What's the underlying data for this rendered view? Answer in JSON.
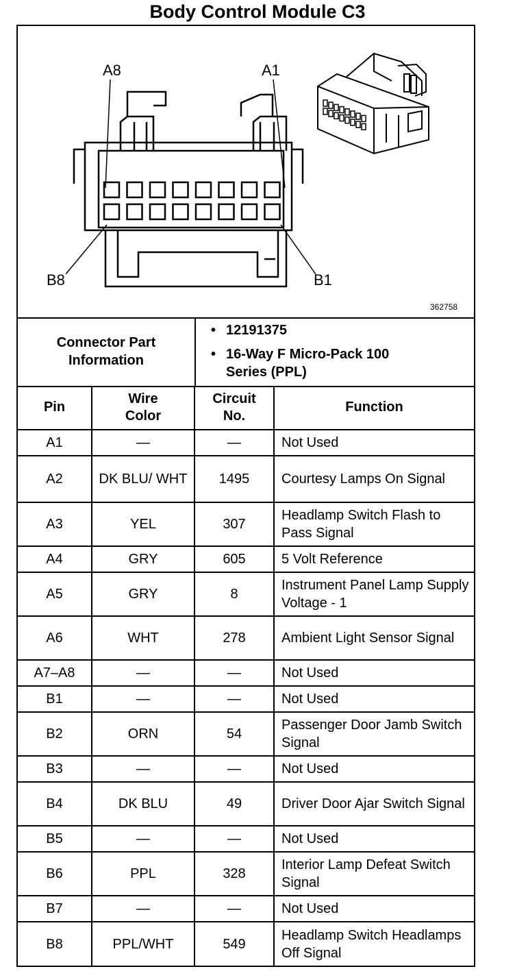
{
  "title": "Body Control Module C3",
  "figure": {
    "pin_labels": {
      "top_left": "A8",
      "top_right": "A1",
      "bottom_left": "B8",
      "bottom_right": "B1"
    },
    "reference_number": "362758",
    "pin_count_per_row": 8
  },
  "connector_info": {
    "label": "Connector Part Information",
    "items": [
      "12191375",
      "16-Way F Micro-Pack 100 Series (PPL)"
    ]
  },
  "table": {
    "headers": [
      "Pin",
      "Wire Color",
      "Circuit No.",
      "Function"
    ],
    "rows": [
      {
        "pin": "A1",
        "wire_color": "—",
        "circuit": "—",
        "function": "Not Used"
      },
      {
        "pin": "A2",
        "wire_color": "DK BLU/ WHT",
        "circuit": "1495",
        "function": "Courtesy Lamps On Signal"
      },
      {
        "pin": "A3",
        "wire_color": "YEL",
        "circuit": "307",
        "function": "Headlamp Switch Flash to Pass Signal"
      },
      {
        "pin": "A4",
        "wire_color": "GRY",
        "circuit": "605",
        "function": "5 Volt Reference"
      },
      {
        "pin": "A5",
        "wire_color": "GRY",
        "circuit": "8",
        "function": "Instrument Panel Lamp Supply Voltage - 1"
      },
      {
        "pin": "A6",
        "wire_color": "WHT",
        "circuit": "278",
        "function": "Ambient Light Sensor Signal"
      },
      {
        "pin": "A7–A8",
        "wire_color": "—",
        "circuit": "—",
        "function": "Not Used"
      },
      {
        "pin": "B1",
        "wire_color": "—",
        "circuit": "—",
        "function": "Not Used"
      },
      {
        "pin": "B2",
        "wire_color": "ORN",
        "circuit": "54",
        "function": "Passenger Door Jamb Switch Signal"
      },
      {
        "pin": "B3",
        "wire_color": "—",
        "circuit": "—",
        "function": "Not Used"
      },
      {
        "pin": "B4",
        "wire_color": "DK BLU",
        "circuit": "49",
        "function": "Driver Door Ajar Switch Signal"
      },
      {
        "pin": "B5",
        "wire_color": "—",
        "circuit": "—",
        "function": "Not Used"
      },
      {
        "pin": "B6",
        "wire_color": "PPL",
        "circuit": "328",
        "function": "Interior Lamp Defeat Switch Signal"
      },
      {
        "pin": "B7",
        "wire_color": "—",
        "circuit": "—",
        "function": "Not Used"
      },
      {
        "pin": "B8",
        "wire_color": "PPL/WHT",
        "circuit": "549",
        "function": "Headlamp Switch Headlamps Off Signal"
      }
    ]
  }
}
